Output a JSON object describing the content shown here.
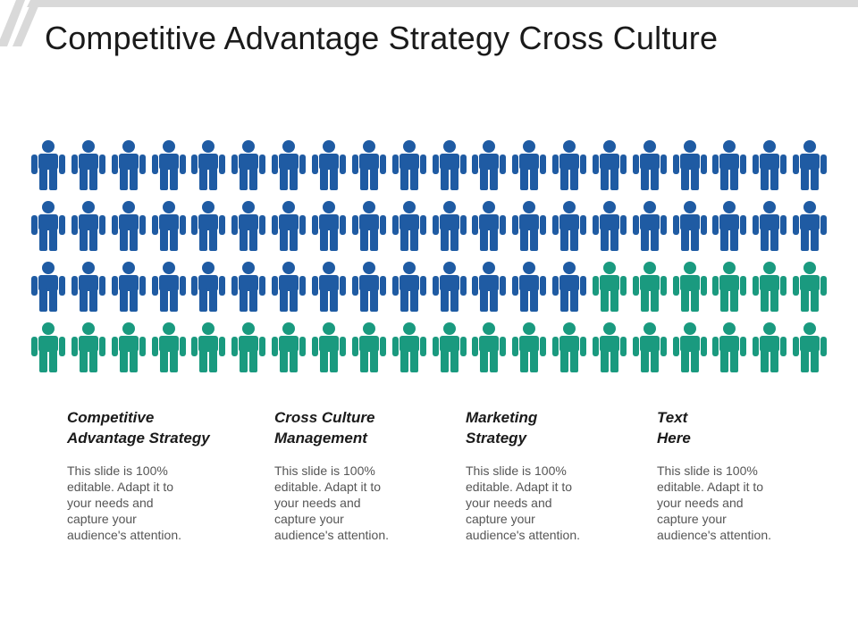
{
  "title": "Competitive Advantage Strategy Cross Culture",
  "colors": {
    "blue": "#1f5ba3",
    "teal": "#1a9a7f",
    "stripe": "#d9d9d9"
  },
  "people_grid": {
    "rows": 4,
    "columns": 20,
    "total": 80,
    "blue_count": 54,
    "teal_count": 26,
    "icon": "person-icon"
  },
  "columns": [
    {
      "heading": "Competitive\nAdvantage Strategy",
      "body": "This slide is 100%\neditable. Adapt it to\nyour needs and\ncapture your\naudience's attention."
    },
    {
      "heading": "Cross Culture\nManagement",
      "body": "This slide is 100%\neditable. Adapt it to\nyour needs and\ncapture your\naudience's attention."
    },
    {
      "heading": "Marketing\nStrategy",
      "body": "This slide is 100%\neditable. Adapt it to\nyour needs and\ncapture your\naudience's attention."
    },
    {
      "heading": "Text\nHere",
      "body": "This slide is 100%\neditable. Adapt it to\nyour needs and\ncapture your\naudience's attention."
    }
  ]
}
